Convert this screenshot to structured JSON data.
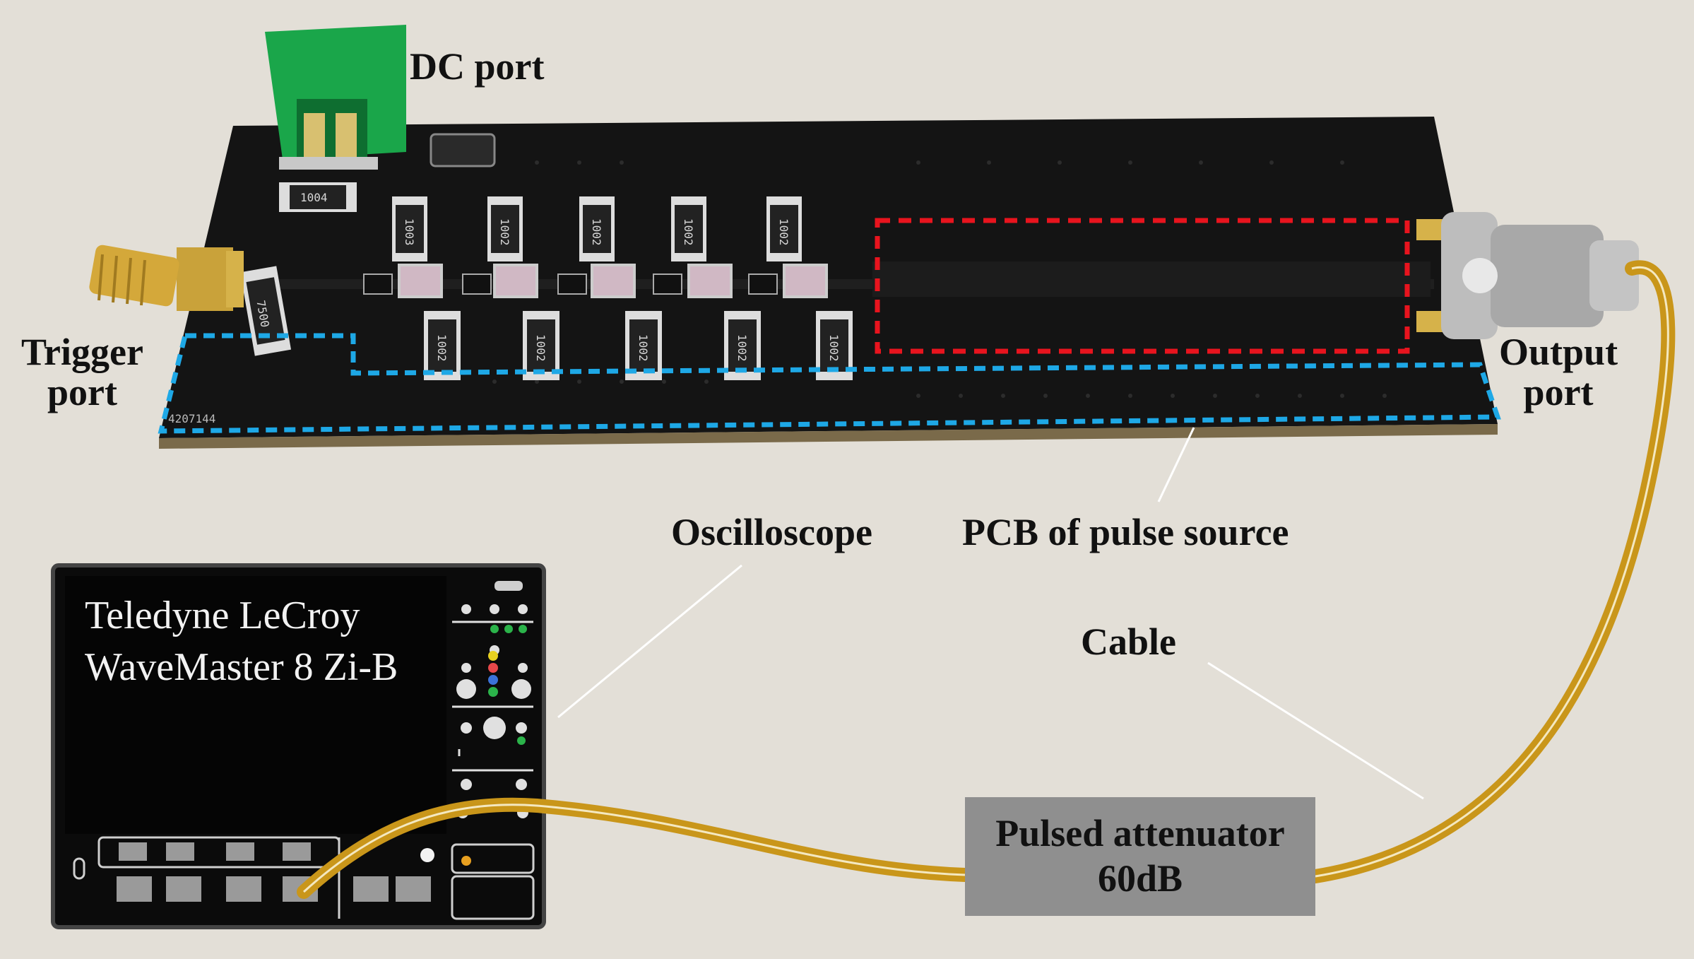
{
  "labels": {
    "dc_port": "DC port",
    "trigger_port_line1": "Trigger",
    "trigger_port_line2": "port",
    "output_port_line1": "Output",
    "output_port_line2": "port",
    "oscilloscope": "Oscilloscope",
    "pcb": "PCB of pulse source",
    "cable": "Cable"
  },
  "scope": {
    "brand_line1": "Teledyne LeCroy",
    "brand_line2": "WaveMaster 8 Zi-B"
  },
  "attenuator": {
    "line1": "Pulsed attenuator",
    "line2": "60dB"
  },
  "pcb_markings": {
    "serial": "4207144",
    "r_top_left": "1004",
    "r_trigger": "7500",
    "r_upper_1": "1003",
    "r_value": "1002"
  },
  "colors": {
    "pcb": "#141414",
    "cable": "#c9961a",
    "connector_green": "#1aa64a",
    "highlight_red": "#e8141e",
    "highlight_blue": "#1ea8e6",
    "attenuator": "#8f8f8f"
  },
  "icons": [
    "sma-connector-icon",
    "bnc-connector-icon",
    "terminal-block-icon"
  ]
}
